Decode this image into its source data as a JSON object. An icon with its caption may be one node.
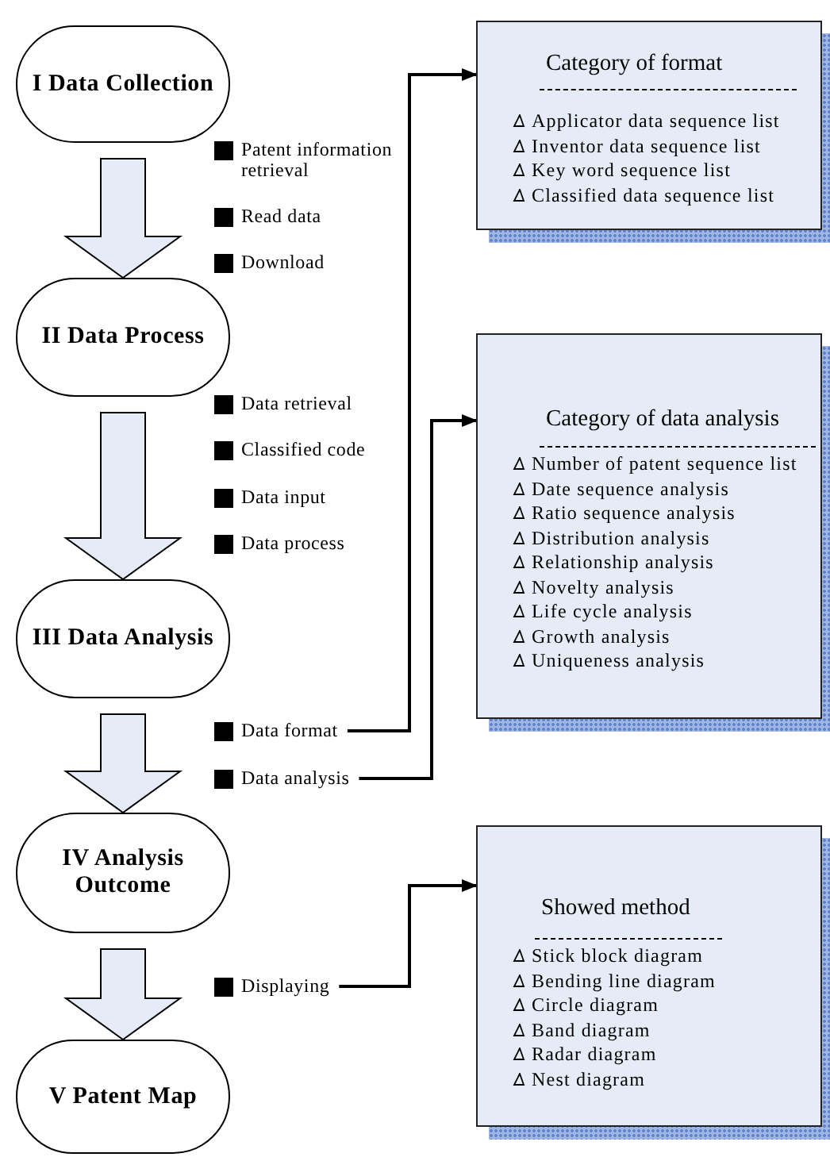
{
  "diagram": {
    "nodes": [
      {
        "text": [
          "I Data Collection"
        ]
      },
      {
        "text": [
          "II Data Process"
        ]
      },
      {
        "text": [
          "III Data Analysis"
        ]
      },
      {
        "text": [
          "IV Analysis Outcome"
        ]
      },
      {
        "text": [
          "V Patent Map"
        ]
      },
      {
        "text": [
          "Category of format",
          "Applicator data sequence list",
          "Inventor data sequence list",
          "Key word sequence list",
          "Classified data sequence list"
        ]
      },
      {
        "text": [
          "Category of data analysis",
          "Number of patent sequence list",
          "Date sequence analysis",
          "Ratio sequence analysis",
          "Distribution analysis",
          "Relationship analysis",
          "Novelty analysis",
          "Life cycle analysis",
          "Growth analysis",
          "Uniqueness analysis"
        ]
      },
      {
        "text": [
          "Showed method",
          "Stick block diagram",
          "Bending line diagram",
          "Circle diagram",
          "Band diagram",
          "Radar diagram",
          "Nest diagram"
        ]
      },
      {
        "text": [
          "Data format"
        ]
      },
      {
        "text": [
          "Data analysis"
        ]
      },
      {
        "text": [
          "Displaying"
        ]
      }
    ],
    "edges": [
      {
        "from": 0,
        "to": 1,
        "arrow": "to",
        "style": "thick"
      },
      {
        "from": 1,
        "to": 2,
        "arrow": "to",
        "style": "thick"
      },
      {
        "from": 2,
        "to": 3,
        "arrow": "to",
        "style": "thick"
      },
      {
        "from": 3,
        "to": 4,
        "arrow": "to",
        "style": "thick"
      },
      {
        "from": 8,
        "to": 5,
        "arrow": "to"
      },
      {
        "from": 9,
        "to": 6,
        "arrow": "to"
      },
      {
        "from": 10,
        "to": 7,
        "arrow": "to"
      }
    ],
    "labels": [
      "Patent information retrieval",
      "Read data",
      "Download",
      "Data retrieval",
      "Classified code",
      "Data input",
      "Data process"
    ]
  }
}
